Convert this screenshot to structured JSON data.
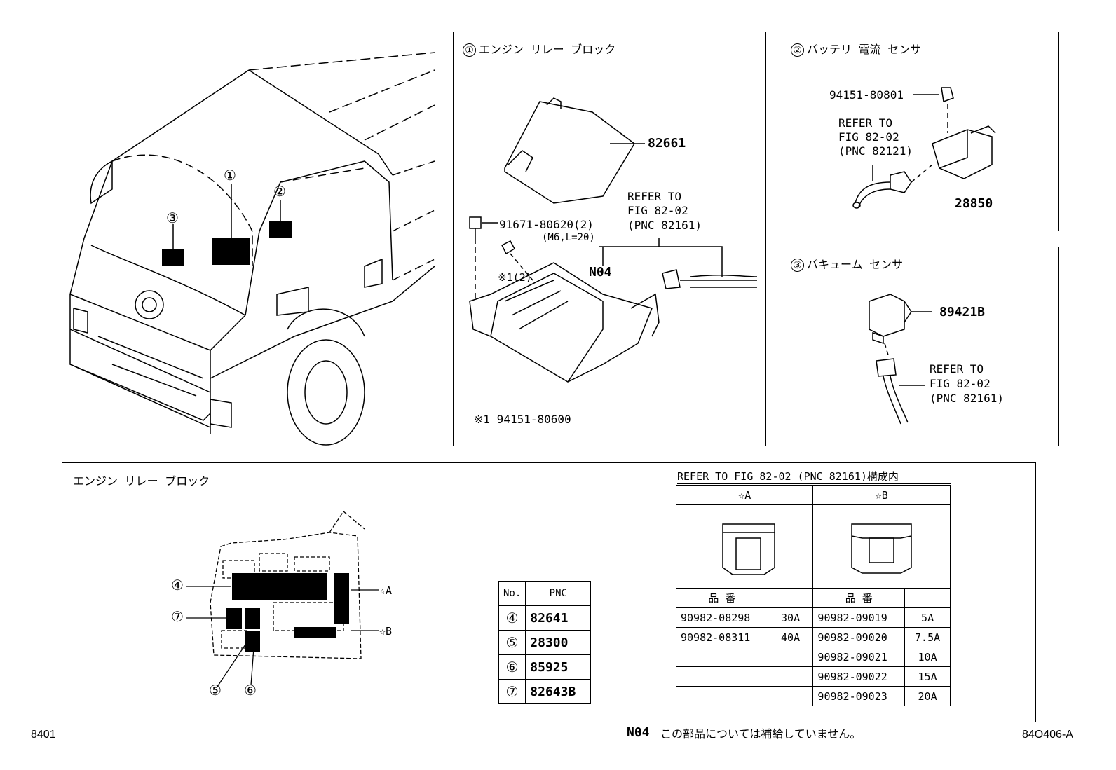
{
  "panel1": {
    "num": "①",
    "title": "エンジン リレー ブロック",
    "part_cover": "82661",
    "bolt": "91671-80620(2)",
    "bolt_spec": "(M6,L=20)",
    "nut_note": "※1(2)",
    "refer1": "REFER TO",
    "refer2": "FIG 82-02",
    "refer3": "(PNC 82161)",
    "code": "N04",
    "footnote": "※1  94151-80600"
  },
  "panel2": {
    "num": "②",
    "title": "バッテリ 電流 センサ",
    "nut": "94151-80801",
    "refer1": "REFER TO",
    "refer2": "FIG 82-02",
    "refer3": "(PNC 82121)",
    "part": "28850"
  },
  "panel3": {
    "num": "③",
    "title": "バキューム センサ",
    "part": "89421B",
    "refer1": "REFER TO",
    "refer2": "FIG 82-02",
    "refer3": "(PNC 82161)"
  },
  "truck": {
    "callouts": [
      "①",
      "②",
      "③"
    ]
  },
  "bottom": {
    "title": "エンジン リレー ブロック",
    "callouts": [
      "④",
      "⑦",
      "⑤",
      "⑥"
    ],
    "star_a": "☆A",
    "star_b": "☆B",
    "pnc_table": {
      "headers": [
        "No.",
        "PNC"
      ],
      "rows": [
        {
          "no": "④",
          "pnc": "82641"
        },
        {
          "no": "⑤",
          "pnc": "28300"
        },
        {
          "no": "⑥",
          "pnc": "85925"
        },
        {
          "no": "⑦",
          "pnc": "82643B"
        }
      ]
    },
    "fuse_heading": "REFER TO FIG 82-02 (PNC 82161)構成内",
    "fuse_col_a": "☆A",
    "fuse_col_b": "☆B",
    "hinban": "品 番",
    "fuses_a": [
      {
        "part": "90982-08298",
        "amp": "30A"
      },
      {
        "part": "90982-08311",
        "amp": "40A"
      },
      {
        "part": "",
        "amp": ""
      },
      {
        "part": "",
        "amp": ""
      },
      {
        "part": "",
        "amp": ""
      }
    ],
    "fuses_b": [
      {
        "part": "90982-09019",
        "amp": "5A"
      },
      {
        "part": "90982-09020",
        "amp": "7.5A"
      },
      {
        "part": "90982-09021",
        "amp": "10A"
      },
      {
        "part": "90982-09022",
        "amp": "15A"
      },
      {
        "part": "90982-09023",
        "amp": "20A"
      }
    ]
  },
  "footer": {
    "left": "8401",
    "code": "N04",
    "note": "この部品については補給していません。",
    "right": "84O406-A"
  }
}
